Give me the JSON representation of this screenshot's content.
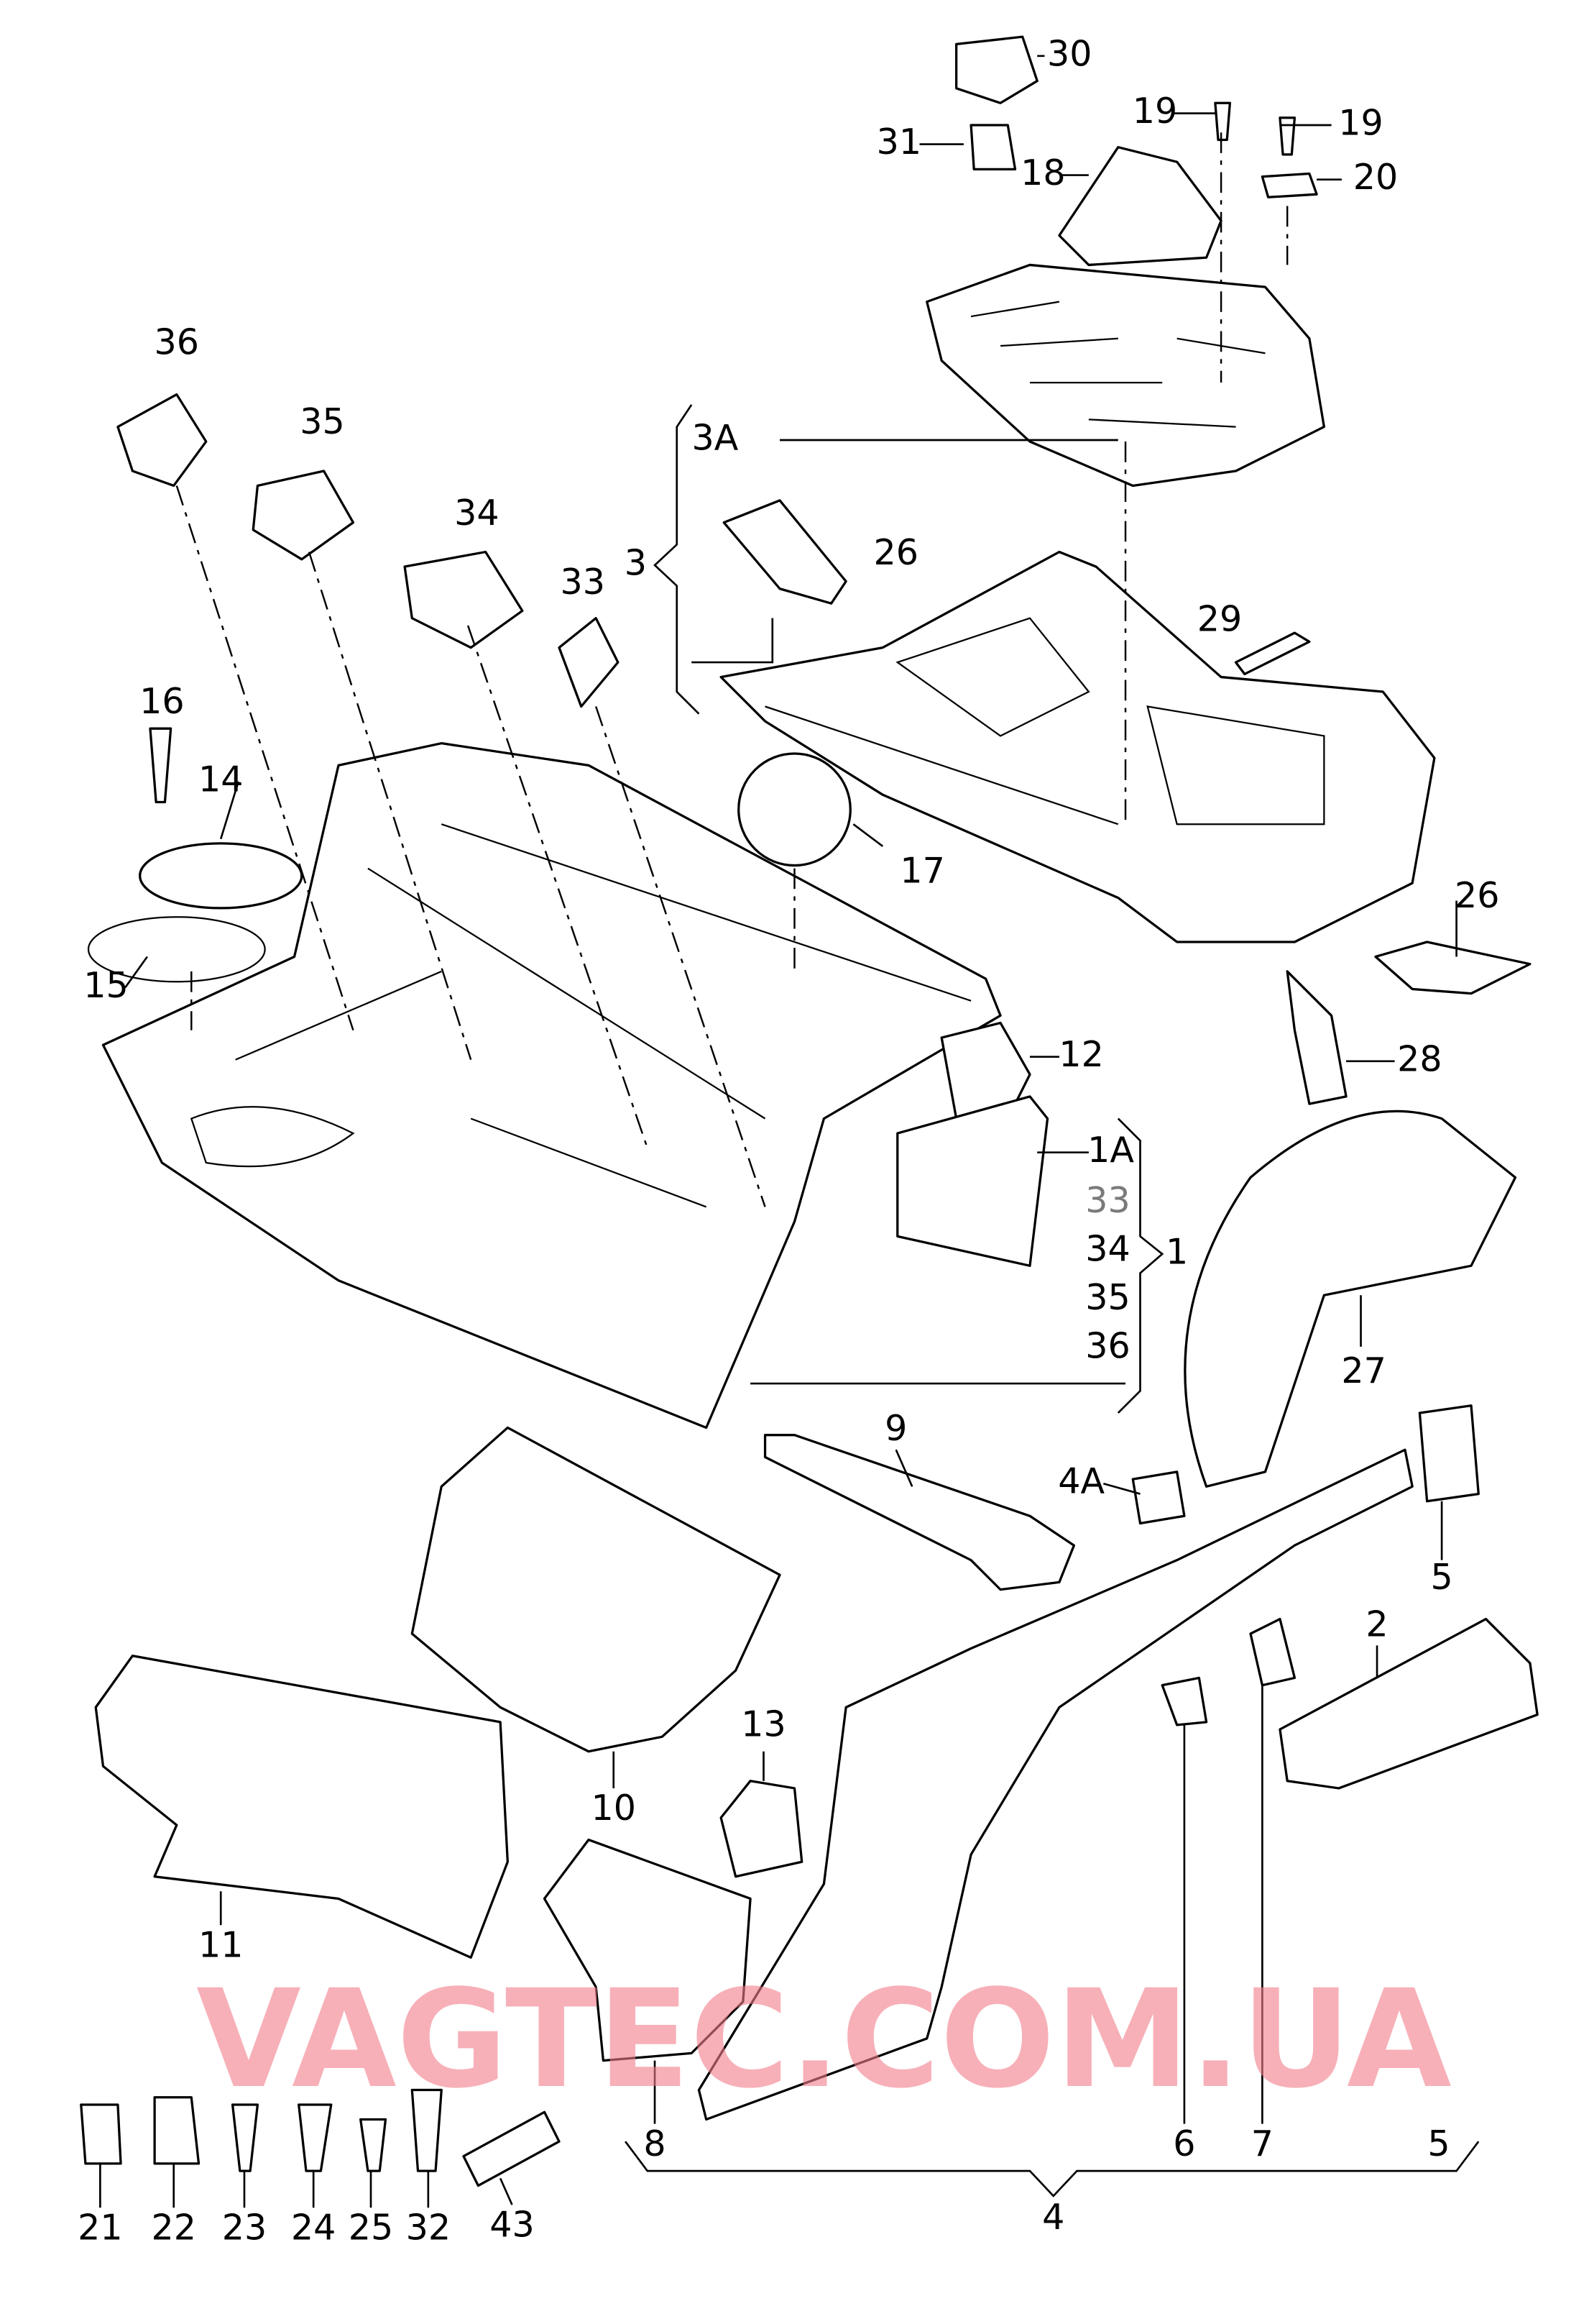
{
  "diagram": {
    "watermark": "VAGTEC.COM.UA",
    "labels": [
      "30",
      "31",
      "19",
      "19",
      "18",
      "20",
      "36",
      "35",
      "34",
      "33",
      "3A",
      "3",
      "26",
      "29",
      "16",
      "14",
      "17",
      "15",
      "26",
      "12",
      "28",
      "1A",
      "33",
      "34",
      "35",
      "36",
      "1",
      "27",
      "9",
      "4A",
      "5",
      "2",
      "10",
      "13",
      "11",
      "8",
      "6",
      "7",
      "5",
      "4",
      "21",
      "22",
      "23",
      "24",
      "25",
      "32",
      "43"
    ]
  }
}
